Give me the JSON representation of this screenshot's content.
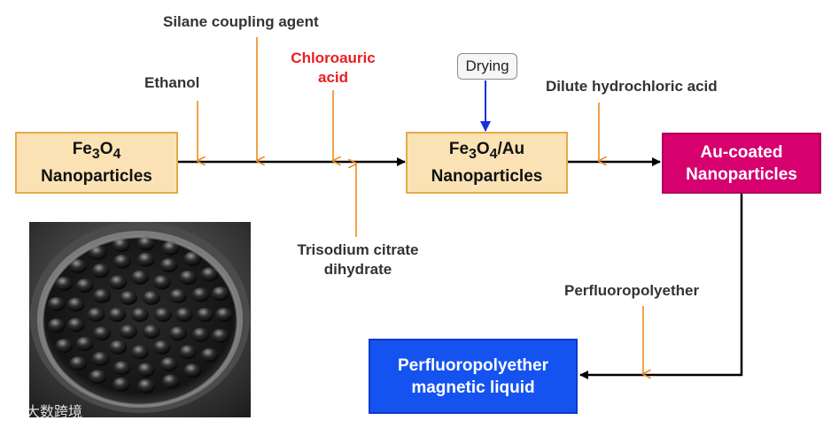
{
  "nodes": {
    "fe3o4": {
      "line1_base": "Fe",
      "line1_sub1": "3",
      "line1_mid": "O",
      "line1_sub2": "4",
      "line2": "Nanoparticles"
    },
    "fe3o4_au": {
      "line1_base": "Fe",
      "line1_sub1": "3",
      "line1_mid": "O",
      "line1_sub2": "4",
      "line1_tail": "/Au",
      "line2": "Nanoparticles"
    },
    "au_coated": {
      "line1": "Au-coated",
      "line2": "Nanoparticles"
    },
    "pfpe_liquid": {
      "line1": "Perfluoropolyether",
      "line2": "magnetic liquid"
    }
  },
  "labels": {
    "ethanol": "Ethanol",
    "silane": "Silane coupling agent",
    "chloroauric_1": "Chloroauric",
    "chloroauric_2": "acid",
    "trisodium_1": "Trisodium citrate",
    "trisodium_2": "dihydrate",
    "drying": "Drying",
    "hcl": "Dilute hydrochloric acid",
    "pfpe": "Perfluoropolyether"
  },
  "watermark": "大数跨境",
  "colors": {
    "tan_fill": "#fbe2b4",
    "magenta": "#d6006f",
    "blue": "#1553f0",
    "orange_arrow": "#f08a1c",
    "blue_arrow": "#1a2ee0",
    "red_text": "#e8201f"
  }
}
